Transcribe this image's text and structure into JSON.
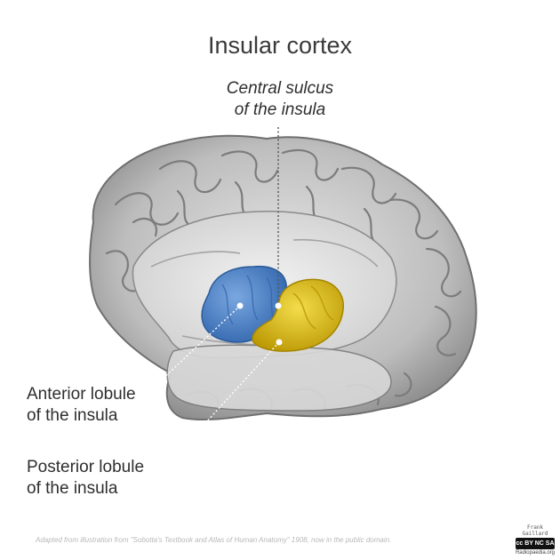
{
  "title": "Insular cortex",
  "labels": {
    "central_line1": "Central sulcus",
    "central_line2": "of the insula",
    "anterior_line1": "Anterior lobule",
    "anterior_line2": "of the insula",
    "posterior_line1": "Posterior lobule",
    "posterior_line2": "of the insula"
  },
  "colors": {
    "anterior_lobule": "#4a82c9",
    "posterior_lobule": "#e3c11a",
    "brain": "#c9c9c9",
    "leader_line": "#ffffff"
  },
  "credit": "Adapted from illustration from \"Sobotta's Textbook and Atlas of Human Anatomy\" 1908, now in the public domain.",
  "badge": {
    "author": "Frank Gaillard",
    "license": "cc BY NC SA",
    "site": "Radiopaedia.org"
  }
}
